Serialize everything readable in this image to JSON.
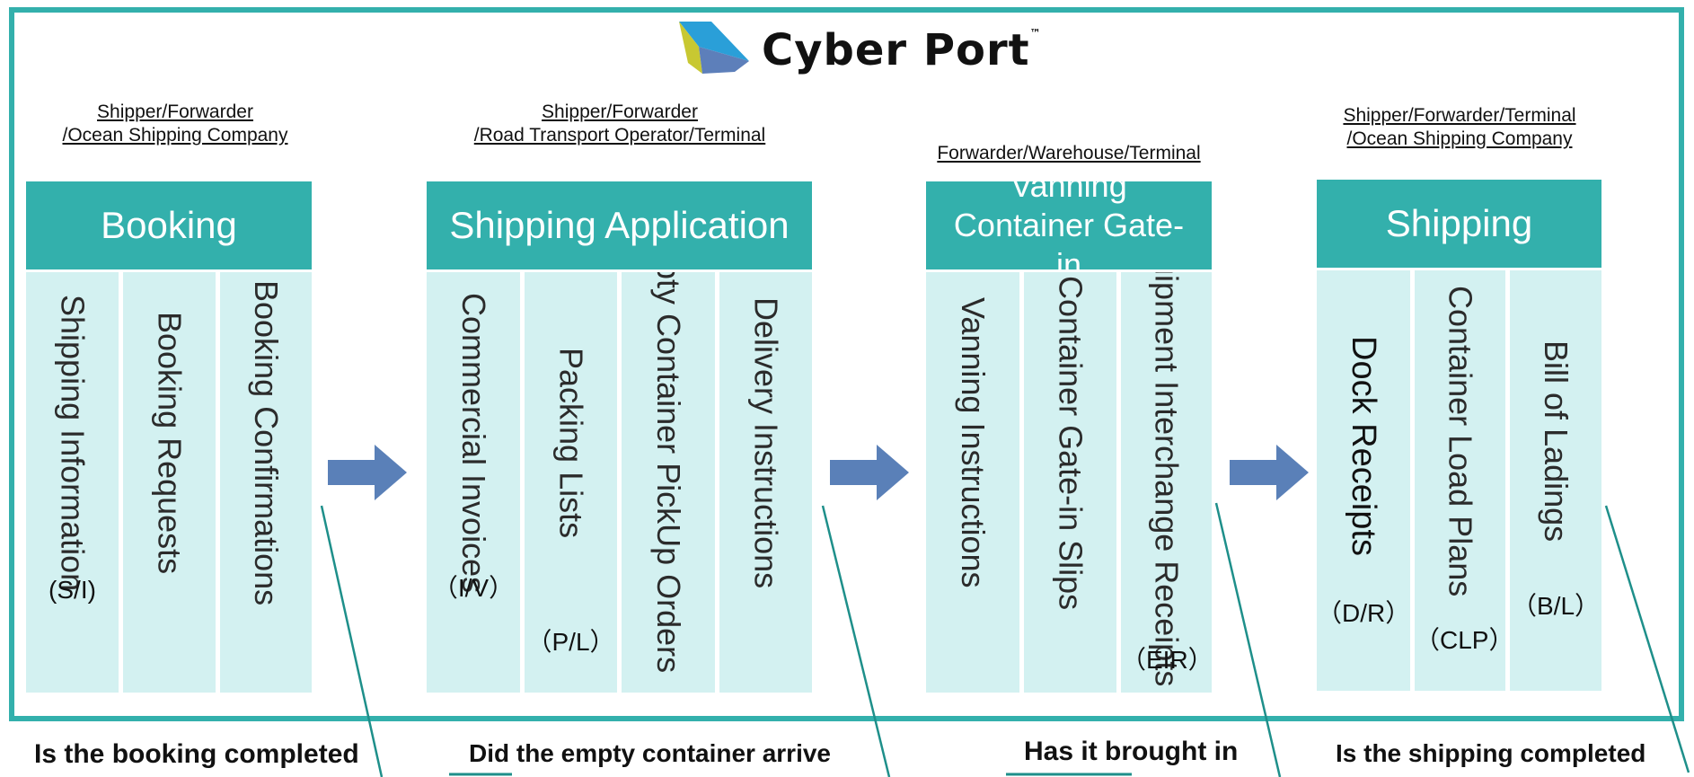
{
  "logo": {
    "name": "Cyber Port",
    "tm": "™"
  },
  "colors": {
    "accent": "#33b0ac",
    "column_bg": "#d3f1f1",
    "arrow": "#5a80b8"
  },
  "stages": [
    {
      "role_line1": "Shipper/Forwarder",
      "role_line2": "/Ocean Shipping Company",
      "title": "Booking",
      "docs": [
        {
          "label": "Shipping Information",
          "abbr": "(S/I)"
        },
        {
          "label": "Booking Requests",
          "abbr": ""
        },
        {
          "label": "Booking Confirmations",
          "abbr": ""
        }
      ],
      "question": "Is the booking completed"
    },
    {
      "role_line1": "Shipper/Forwarder",
      "role_line2": "/Road Transport Operator/Terminal",
      "title": "Shipping Application",
      "docs": [
        {
          "label": "Commercial Invoices",
          "abbr": "（I/V）"
        },
        {
          "label": "Packing Lists",
          "abbr": "（P/L）"
        },
        {
          "label": "Empty Container PickUp Orders",
          "abbr": ""
        },
        {
          "label": "Delivery Instructions",
          "abbr": ""
        }
      ],
      "question": "Did the empty container arrive"
    },
    {
      "role_line1": "Forwarder/Warehouse/Terminal",
      "role_line2": "",
      "title": "Vanning Container Gate-in",
      "docs": [
        {
          "label": "Vanning Instructions",
          "abbr": ""
        },
        {
          "label": "Container Gate-in Slips",
          "abbr": ""
        },
        {
          "label": "Equipment Interchange Receipts",
          "abbr": "（EIR）"
        }
      ],
      "question": "Has it brought in"
    },
    {
      "role_line1": "Shipper/Forwarder/Terminal",
      "role_line2": "/Ocean Shipping Company",
      "title": "Shipping",
      "docs": [
        {
          "label": "Dock Receipts",
          "abbr": "（D/R）"
        },
        {
          "label": "Container Load Plans",
          "abbr": "（CLP）"
        },
        {
          "label": "Bill of Ladings",
          "abbr": "（B/L）"
        }
      ],
      "question": "Is the shipping completed"
    }
  ]
}
